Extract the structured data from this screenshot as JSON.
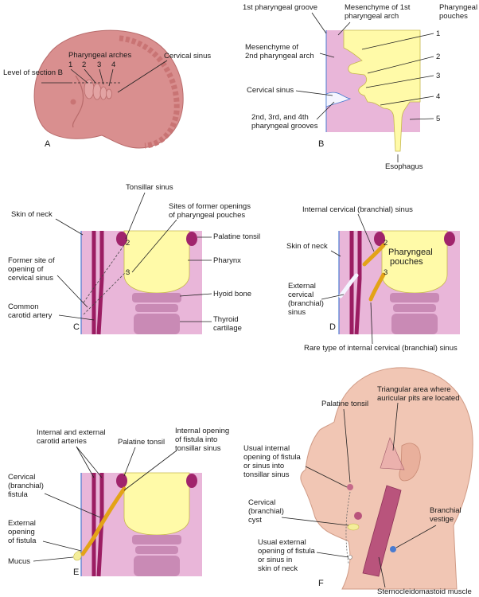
{
  "colors": {
    "skin": "#d9a8a6",
    "skin_light": "#f2d4cf",
    "mesenchyme": "#e9b6d9",
    "pharynx": "#fffaa8",
    "artery": "#9b1d62",
    "tonsil": "#a0246c",
    "cartilage": "#c98ab5",
    "head": "#f1c6b4"
  },
  "panels": {
    "A": {
      "letter": "A",
      "level_label": "Level of section B",
      "arches_label": "Pharyngeal arches",
      "arch_numbers": [
        "1",
        "2",
        "3",
        "4"
      ],
      "sinus_label": "Cervical sinus"
    },
    "B": {
      "letter": "B",
      "groove1_label": "1st pharyngeal groove",
      "mes1_label": "Mesenchyme of 1st pharyngeal arch",
      "pouches_label": "Pharyngeal pouches",
      "mes2_label": "Mesenchyme of 2nd pharyngeal arch",
      "sinus_label": "Cervical sinus",
      "grooves_label": "2nd, 3rd, and 4th pharyngeal grooves",
      "pouch_numbers": [
        "1",
        "2",
        "3",
        "4",
        "5"
      ],
      "esophagus_label": "Esophagus"
    },
    "C": {
      "letter": "C",
      "tonsillar_sinus_label": "Tonsillar sinus",
      "skin_label": "Skin of neck",
      "former_openings_label": "Sites of former openings of pharyngeal pouches",
      "palatine_label": "Palatine tonsil",
      "pharynx_label": "Pharynx",
      "former_site_label": "Former site of opening of cervical sinus",
      "hyoid_label": "Hyoid bone",
      "carotid_label": "Common carotid artery",
      "thyroid_label": "Thyroid cartilage",
      "num2": "2",
      "num3": "3"
    },
    "D": {
      "letter": "D",
      "internal_sinus_label": "Internal cervical (branchial) sinus",
      "skin_label": "Skin of neck",
      "pouches_label": "Pharyngeal pouches",
      "external_sinus_label": "External cervical (branchial) sinus",
      "rare_label": "Rare type of internal cervical (branchial) sinus",
      "num2": "2",
      "num3": "3"
    },
    "E": {
      "letter": "E",
      "carotids_label": "Internal and external carotid arteries",
      "palatine_label": "Palatine tonsil",
      "internal_opening_label": "Internal opening of fistula into tonsillar sinus",
      "fistula_label": "Cervical (branchial) fistula",
      "external_opening_label": "External opening of fistula",
      "mucus_label": "Mucus"
    },
    "F": {
      "letter": "F",
      "triangle_label": "Triangular area where auricular pits are located",
      "palatine_label": "Palatine tonsil",
      "usual_internal_label": "Usual internal opening of fistula or sinus into tonsillar sinus",
      "cyst_label": "Cervical (branchial) cyst",
      "vestige_label": "Branchial vestige",
      "usual_external_label": "Usual external opening of fistula or sinus in skin of neck",
      "scm_label": "Sternocleidomastoid muscle"
    }
  }
}
